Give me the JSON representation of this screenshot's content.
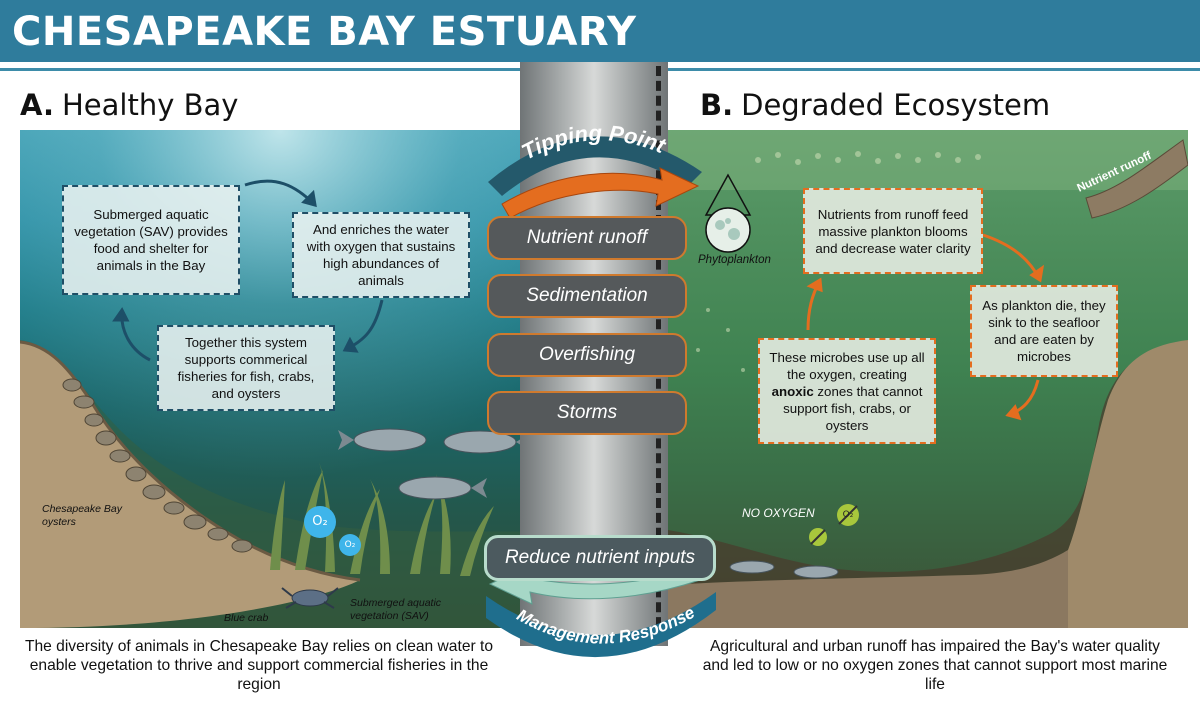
{
  "header": {
    "title": "CHESAPEAKE BAY ESTUARY"
  },
  "healthy": {
    "letter": "A.",
    "title": "Healthy Bay",
    "notes": {
      "sav": "Submerged aquatic vegetation (SAV) provides food and shelter for animals in the Bay",
      "oxygen": "And enriches the water with oxygen that sustains high abundances of animals",
      "fisheries": "Together this system supports commerical fisheries for fish, crabs, and oysters"
    },
    "labels": {
      "oysters": "Chesapeake Bay oysters",
      "crab": "Blue crab",
      "sav": "Submerged aquatic vegetation (SAV)"
    },
    "o2_big": "O₂",
    "o2_small": "O₂",
    "caption": "The diversity of animals in Chesapeake Bay relies on clean water to enable vegetation to thrive and support commercial fisheries in the region"
  },
  "tipping": {
    "label": "Tipping Point",
    "stressors": [
      "Nutrient runoff",
      "Sedimentation",
      "Overfishing",
      "Storms"
    ]
  },
  "management": {
    "label": "Management Response",
    "action": "Reduce nutrient inputs"
  },
  "degraded": {
    "letter": "B.",
    "title": "Degraded Ecosystem",
    "notes": {
      "runoff": "Nutrients from runoff feed massive plankton blooms and decrease water clarity",
      "sink": "As plankton die, they sink to the seafloor and are eaten by microbes",
      "microbes_prefix": "These microbes use up all the oxygen, creating ",
      "microbes_bold": "anoxic",
      "microbes_suffix": " zones that cannot support fish, crabs, or oysters"
    },
    "labels": {
      "phytoplankton": "Phytoplankton",
      "nutrient_runoff": "Nutrient runoff",
      "no_oxygen": "NO OXYGEN",
      "o2": "O₂"
    },
    "caption": "Agricultural and urban runoff has impaired the Bay's water quality and led to low or no oxygen zones that cannot support most marine life"
  },
  "colors": {
    "header": "#2f7c9c",
    "orange_accent": "#e46d1f",
    "tipping_band": "#24596b",
    "management_band": "#1f6e8d",
    "pill": "#55595b"
  },
  "icons": [
    "fish-icon",
    "blue-crab-icon",
    "oyster-icon",
    "o2-bubble-icon",
    "phytoplankton-icon",
    "cycle-arrow-icon"
  ]
}
